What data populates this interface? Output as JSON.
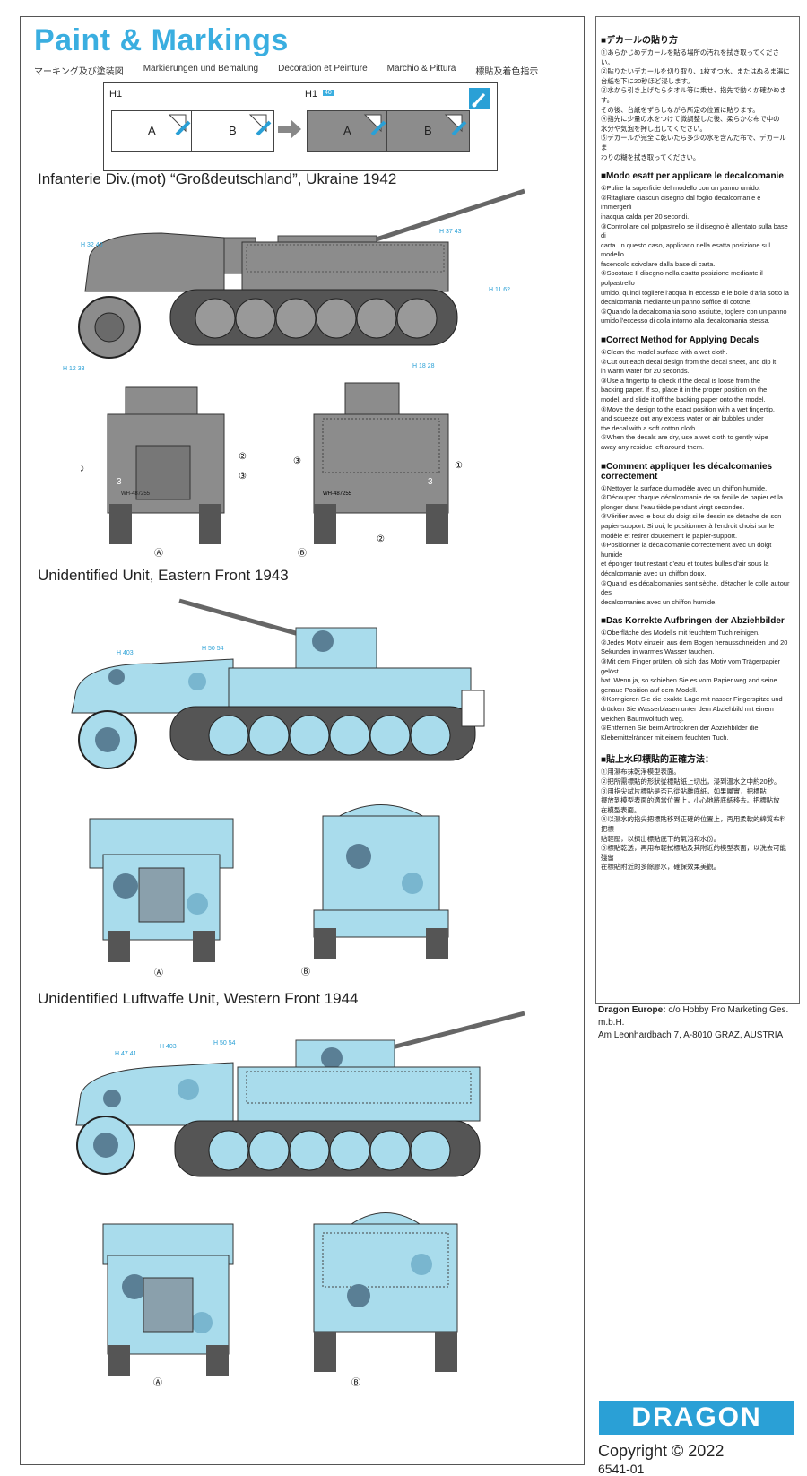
{
  "header": {
    "title": "Paint & Markings",
    "subtitles": [
      "マーキング及び塗装図",
      "Markierungen und Bemalung",
      "Decoration et Peinture",
      "Marchio & Pittura",
      "標貼及着色指示"
    ]
  },
  "howto": {
    "h1_left": "H1",
    "h1_right": "H1",
    "panel_a": "A",
    "panel_b": "B"
  },
  "schemes": [
    {
      "title": "Infanterie Div.(mot) “Großdeutschland”, Ukraine 1942"
    },
    {
      "title": "Unidentified Unit, Eastern Front 1943"
    },
    {
      "title": "Unidentified Luftwaffe Unit, Western Front 1944"
    }
  ],
  "callouts": {
    "s1": [
      "H 32 40",
      "H 37 43",
      "H 11 62",
      "H 12 33",
      "H 18 28"
    ],
    "s2": [
      "H 403",
      "H 50 54"
    ],
    "s3": [
      "H 47 41",
      "H 403",
      "H 50 54"
    ],
    "circled": [
      "①",
      "②",
      "③",
      "Ⓐ",
      "Ⓑ"
    ],
    "plate": "WH-487255",
    "number": "3"
  },
  "instructions": [
    {
      "title": "■デカールの貼り方",
      "lines": [
        "①あらかじめデカールを貼る場所の汚れを拭き取ってください。",
        "②貼りたいデカールを切り取り、1枚ずつ水、またはぬるま湯に",
        "台紙を下に20秒ほど浸します。",
        "③水から引き上げたらタオル等に乗せ、指先で動くか確かめます。",
        "その後、台紙をずらしながら所定の位置に貼ります。",
        "④指先に少量の水をつけて微調整した後、柔らかな布で中の",
        "水分や気泡を押し出してください。",
        "⑤デカールが完全に乾いたら多少の水を含んだ布で、デカールま",
        "わりの糊を拭き取ってください。"
      ]
    },
    {
      "title": "■Modo esatt per applicare le decalcomanie",
      "lines": [
        "①Pulire la superficie del modello con un panno umido.",
        "②Ritagliare ciascun disegno dal foglio decalcomanie e immergerli",
        "inacqua calda per 20 secondi.",
        "③Controllare col polpastrello se il disegno è allentato sulla base di",
        "carta. In questo caso, applicarlo nella esatta posizione sul modello",
        "facendolo scivolare dalla base di carta.",
        "④Spostare Il disegno nella esatta posizione mediante il polpastrello",
        "umido, quindi togliere l'acqua in eccesso e le bolle d'aria sotto la",
        "decalcomania mediante un panno soffice di cotone.",
        "⑤Quando la decalcomania sono asciutte, toglere con un panno",
        "umido l'eccesso di colla intorno alla decalcomania stessa."
      ]
    },
    {
      "title": "■Correct Method for Applying Decals",
      "lines": [
        "①Clean the model surface with a wet cloth.",
        "②Cut out each decal design from the decal sheet, and dip it",
        "in warm water for 20 seconds.",
        "③Use a fingertip to check if the decal is loose from the",
        "backing paper. If so, place it in the proper position on the",
        "model, and slide it off the backing paper onto the model.",
        "④Move the design to the exact position with a wet fingertip,",
        "and squeeze out any excess water or air bubbles under",
        "the decal with a soft cotton cloth.",
        "⑤When the decals are dry, use a wet cloth to gently wipe",
        "away any residue left around them."
      ]
    },
    {
      "title": "■Comment appliquer les décalcomanies correctement",
      "lines": [
        "①Nettoyer la surface du modèle avec un chiffon humide.",
        "②Découper chaque décalcomanie de sa fenille de papier et la",
        "plonger dans l'eau tiède pendant vingt secondes.",
        "③Vérifier avec le bout du doigt si le dessin se détache de son",
        "papier-support. Si oui, le positionner à l'endroit choisi sur le",
        "modèle et retirer doucement le papier-support.",
        "④Positionner la décalcomanie correctement avec un doigt humide",
        "et éponger tout restant d'eau et toutes bulles d'air sous la",
        "décalcomanie avec un chiffon doux.",
        "⑤Quand les décalcomanies sont sèche, détacher le colle autour des",
        "decalcomanies avec un chiffon humide."
      ]
    },
    {
      "title": "■Das Korrekte Aufbringen der Abziehbilder",
      "lines": [
        "①Oberfläche des Modells mit feuchtem Tuch reinigen.",
        "②Jedes Motiv einzein aus dem Bogen herausschneiden und 20",
        "Sekunden in warmes Wasser tauchen.",
        "③Mit dem Finger prüfen, ob sich das Motiv vom Trägerpapier gelöst",
        "hat. Wenn ja, so schieben Sie es vom Papier weg and seine",
        "genaue Position auf dem Modell.",
        "④Korrigieren Sie die exakte Lage mit nasser Fingerspitze und",
        "drücken Sie Wasserblasen unter dem Abziehbild mit einem",
        "weichen Baumwolltuch weg.",
        "⑤Entfernen Sie beim Antrocknen der Abziehbilder die",
        "Klebemittelränder mit einem feuchten Tuch."
      ]
    },
    {
      "title": "■貼上水印標貼的正確方法：",
      "lines": [
        "①用濕布抹乾淨模型表面。",
        "②把所需標貼的形狀從標貼紙上切出，浸到溫水之中約20秒。",
        "③用指尖試片標貼是否已從貼離底紙，如果屬實，把標貼",
        "擺放到模型表面的適當位置上，小心地將底紙移去。把標貼放",
        "在模型表面。",
        "④以濕水的指尖把標貼移到正確的位置上，再用柔軟的綿質布料把標",
        "貼輕壓，以擠出標貼底下的氣泡和水份。",
        "⑤標貼乾透，再用布輕拭標貼及其附近的模型表面，以洗去可能殘留",
        "在標貼附近的多餘膠水，確保效果美觀。"
      ]
    }
  ],
  "distributor": {
    "name": "Dragon Europe:",
    "line1": " c/o Hobby Pro Marketing Ges. m.b.H.",
    "line2": "Am Leonhardbach 7, A-8010 GRAZ, AUSTRIA"
  },
  "brand": {
    "logo": "DRAGON",
    "copyright": "Copyright © 2022",
    "code": "6541-01"
  },
  "colors": {
    "accent": "#3aaee0",
    "grey": "#8c8c8c",
    "camo_light": "#a9dcec",
    "camo_dark": "#5a7f95",
    "camo_mid": "#79b6cf"
  }
}
